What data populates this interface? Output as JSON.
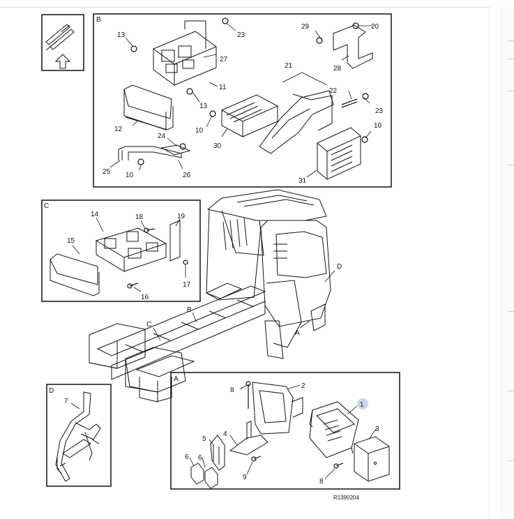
{
  "panels": {
    "A": {
      "label": "A"
    },
    "B": {
      "label": "B"
    },
    "C": {
      "label": "C"
    },
    "D": {
      "label": "D"
    }
  },
  "truck_callouts": {
    "A": "A",
    "B": "B",
    "C": "C",
    "D": "D"
  },
  "parts": {
    "p1": "1",
    "p2": "2",
    "p3": "3",
    "p4": "4",
    "p5": "5",
    "p6a": "6",
    "p6b": "6",
    "p7": "7",
    "p8a": "8",
    "p8b": "8",
    "p9": "9",
    "p10a": "10",
    "p10b": "10",
    "p10c": "10",
    "p11": "11",
    "p12": "12",
    "p13a": "13",
    "p13b": "13",
    "p14": "14",
    "p15": "15",
    "p16": "16",
    "p17": "17",
    "p18": "18",
    "p19": "19",
    "p20": "20",
    "p21": "21",
    "p22": "22",
    "p23a": "23",
    "p23b": "23",
    "p24": "24",
    "p25": "25",
    "p26": "26",
    "p27": "27",
    "p28": "28",
    "p29": "29",
    "p30": "30",
    "p31": "31"
  },
  "reference_code": "R1390204",
  "colors": {
    "line": "#111111",
    "badge": "#c9d6e6",
    "frame": "#222222"
  }
}
